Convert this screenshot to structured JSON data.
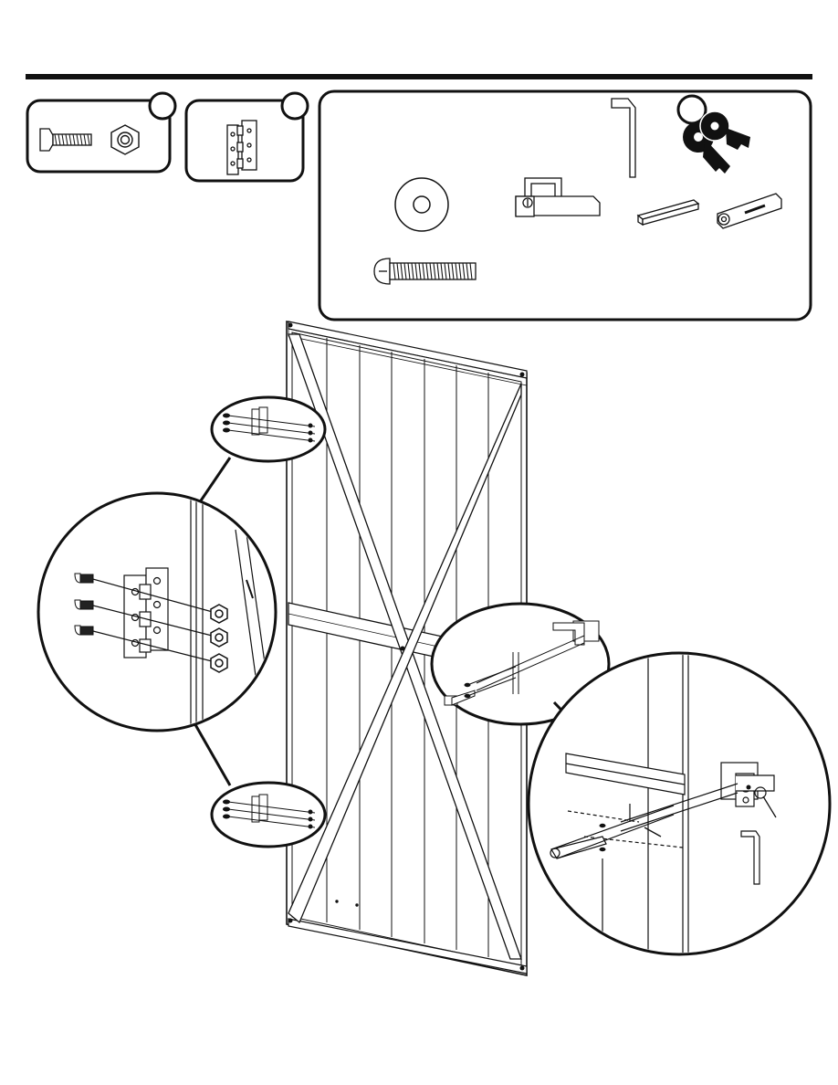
{
  "document": {
    "type": "assembly-instruction-page",
    "colors": {
      "ink": "#111111",
      "paper": "#ffffff",
      "fill_dark": "#222222"
    }
  },
  "hardware_boxes": [
    {
      "id": "box-1",
      "items": [
        "flat-head-screw-icon",
        "hex-nut-icon"
      ],
      "step_label": ""
    },
    {
      "id": "box-2",
      "items": [
        "hinge-icon"
      ],
      "step_label": ""
    },
    {
      "id": "box-3",
      "items": [
        "washer-icon",
        "door-handle-icon",
        "allen-key-icon",
        "keys-icon",
        "square-bar-icon",
        "latch-plate-icon",
        "pan-head-screw-icon"
      ]
    }
  ],
  "diagram": {
    "main_part": "door-panel",
    "callouts": [
      "upper-hinge-detail",
      "lower-hinge-detail",
      "hinge-detail-enlarged",
      "handle-detail",
      "handle-detail-enlarged"
    ]
  }
}
